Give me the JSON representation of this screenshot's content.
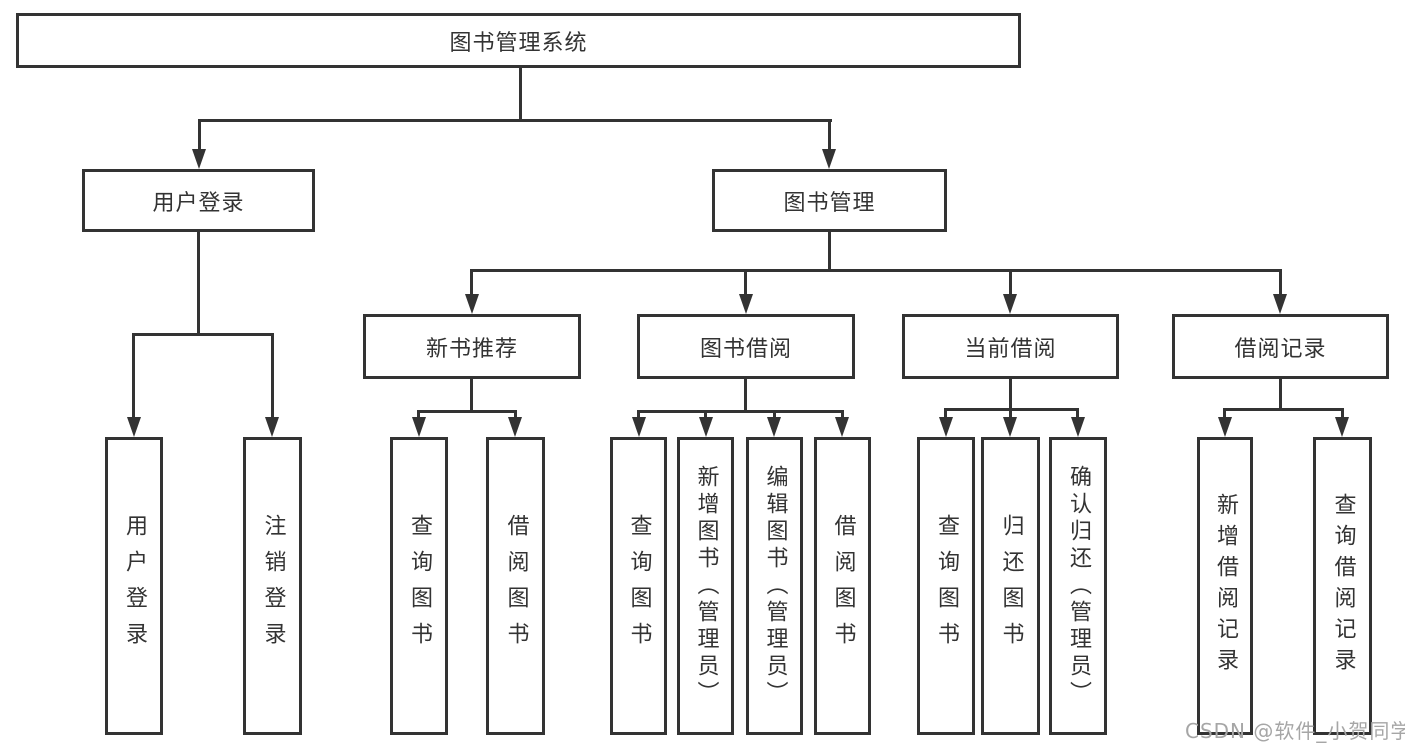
{
  "tree": {
    "root": {
      "label": "图书管理系统"
    },
    "branches": [
      {
        "label": "用户登录",
        "children": [
          {
            "label": "用户登录"
          },
          {
            "label": "注销登录"
          }
        ]
      },
      {
        "label": "图书管理",
        "children": [
          {
            "label": "新书推荐",
            "children": [
              {
                "label": "查询图书"
              },
              {
                "label": "借阅图书"
              }
            ]
          },
          {
            "label": "图书借阅",
            "children": [
              {
                "label": "查询图书"
              },
              {
                "label": "新增图书（管理员）"
              },
              {
                "label": "编辑图书（管理员）"
              },
              {
                "label": "借阅图书"
              }
            ]
          },
          {
            "label": "当前借阅",
            "children": [
              {
                "label": "查询图书"
              },
              {
                "label": "归还图书"
              },
              {
                "label": "确认归还（管理员）"
              }
            ]
          },
          {
            "label": "借阅记录",
            "children": [
              {
                "label": "新增借阅记录"
              },
              {
                "label": "查询借阅记录"
              }
            ]
          }
        ]
      }
    ]
  },
  "watermark": {
    "text": "CSDN @软件_小贺同学"
  },
  "colors": {
    "line": "#333333",
    "text": "#333333",
    "watermark": "#a6a6a6",
    "background": "#ffffff"
  }
}
